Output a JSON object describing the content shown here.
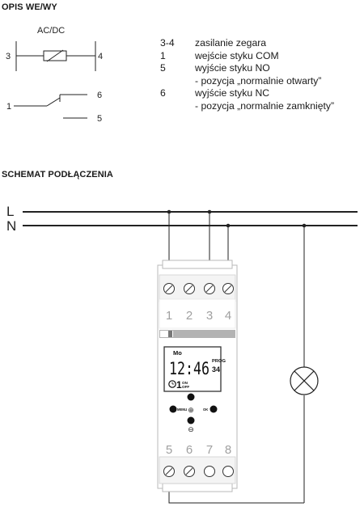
{
  "header_io": "OPIS WE/WY",
  "header_wiring": "SCHEMAT PODŁĄCZENIA",
  "io_symbol": {
    "acdc": "AC/DC",
    "t3": "3",
    "t4": "4",
    "t1": "1",
    "t6": "6",
    "t5": "5"
  },
  "descriptions": [
    {
      "key": "3-4",
      "text": "zasilanie zegara"
    },
    {
      "key": "1",
      "text": "wejście styku COM"
    },
    {
      "key": "5",
      "text": "wyjście styku NO"
    },
    {
      "key": "",
      "text": "- pozycja „normalnie otwarty”"
    },
    {
      "key": "6",
      "text": "wyjście styku NC"
    },
    {
      "key": "",
      "text": "- pozycja „normalnie zamknięty”"
    }
  ],
  "lines": {
    "L": "L",
    "N": "N"
  },
  "device": {
    "top_terminals": [
      "1",
      "2",
      "3",
      "4"
    ],
    "bottom_terminals": [
      "5",
      "6",
      "7",
      "8"
    ],
    "lcd_day": "Mo",
    "lcd_time": "12:46",
    "lcd_prog": "PROG",
    "lcd_prog_num": "34",
    "lcd_clock_num": "1",
    "lcd_on": "ON",
    "lcd_off": "OFF",
    "btn_menu": "MENU",
    "btn_ok": "OK",
    "btn_plus": "⊕",
    "btn_minus": "⊖"
  }
}
